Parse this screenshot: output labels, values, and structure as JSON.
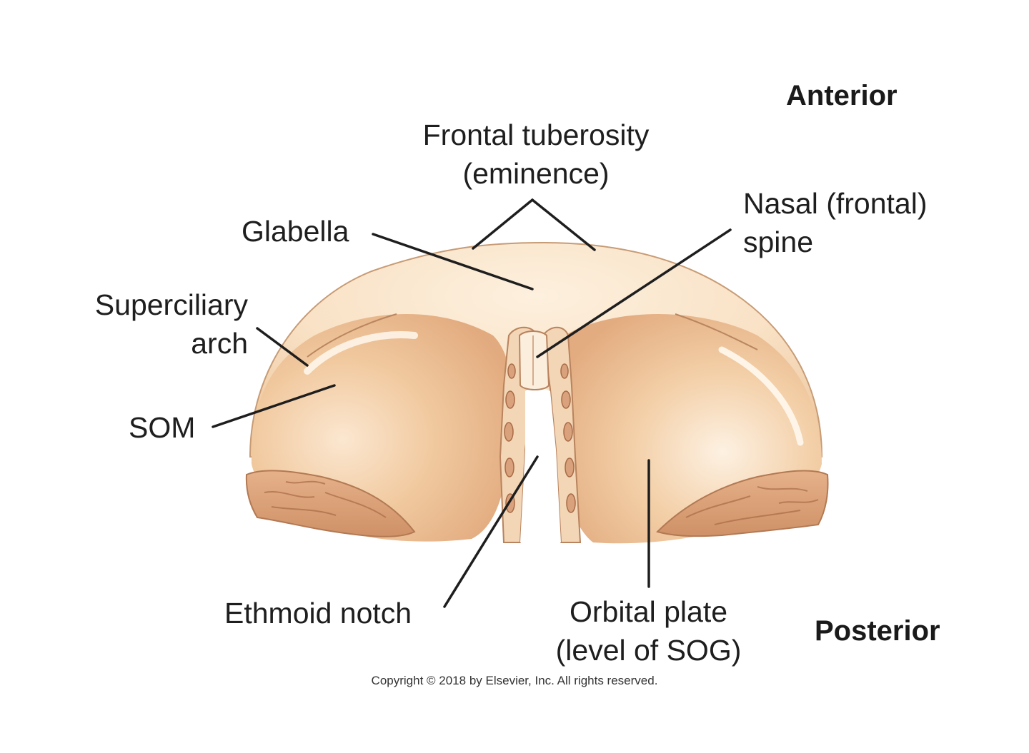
{
  "orientation": {
    "anterior": "Anterior",
    "posterior": "Posterior"
  },
  "labels": {
    "frontal_tuberosity": [
      "Frontal tuberosity",
      "(eminence)"
    ],
    "glabella": "Glabella",
    "nasal_spine": [
      "Nasal (frontal)",
      "spine"
    ],
    "superciliary_arch": [
      "Superciliary",
      "arch"
    ],
    "som": "SOM",
    "ethmoid_notch": "Ethmoid notch",
    "orbital_plate": [
      "Orbital plate",
      "(level of SOG)"
    ]
  },
  "copyright": "Copyright © 2018 by Elsevier, Inc. All rights reserved.",
  "colors": {
    "bone_light": "#fbe3c7",
    "bone_mid": "#f1c79c",
    "bone_shadow": "#dfa57a",
    "rough_edge": "#d9a077",
    "leader_line": "#1e1e1e"
  }
}
